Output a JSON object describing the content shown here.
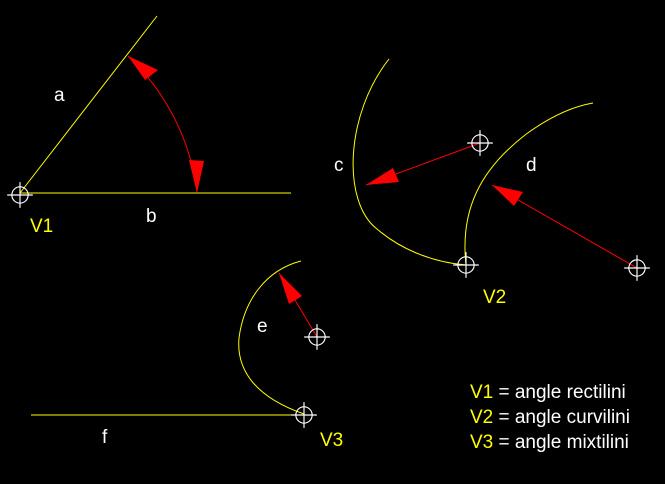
{
  "colors": {
    "background": "#000000",
    "geometry": "#ffff00",
    "dimension": "#ff0000",
    "label": "#ffffff",
    "vertex_label": "#ffff00",
    "marker": "#ffffff"
  },
  "labels": {
    "a": "a",
    "b": "b",
    "c": "c",
    "d": "d",
    "e": "e",
    "f": "f"
  },
  "vertices": {
    "v1": "V1",
    "v2": "V2",
    "v3": "V3"
  },
  "legend": [
    {
      "vertex": "V1",
      "text": " = angle rectilini"
    },
    {
      "vertex": "V2",
      "text": " = angle curvilini"
    },
    {
      "vertex": "V3",
      "text": " = angle mixtilini"
    }
  ],
  "icons": {
    "vertex_marker": "crosshair-circle-icon",
    "arrowhead": "arrowhead-icon"
  }
}
